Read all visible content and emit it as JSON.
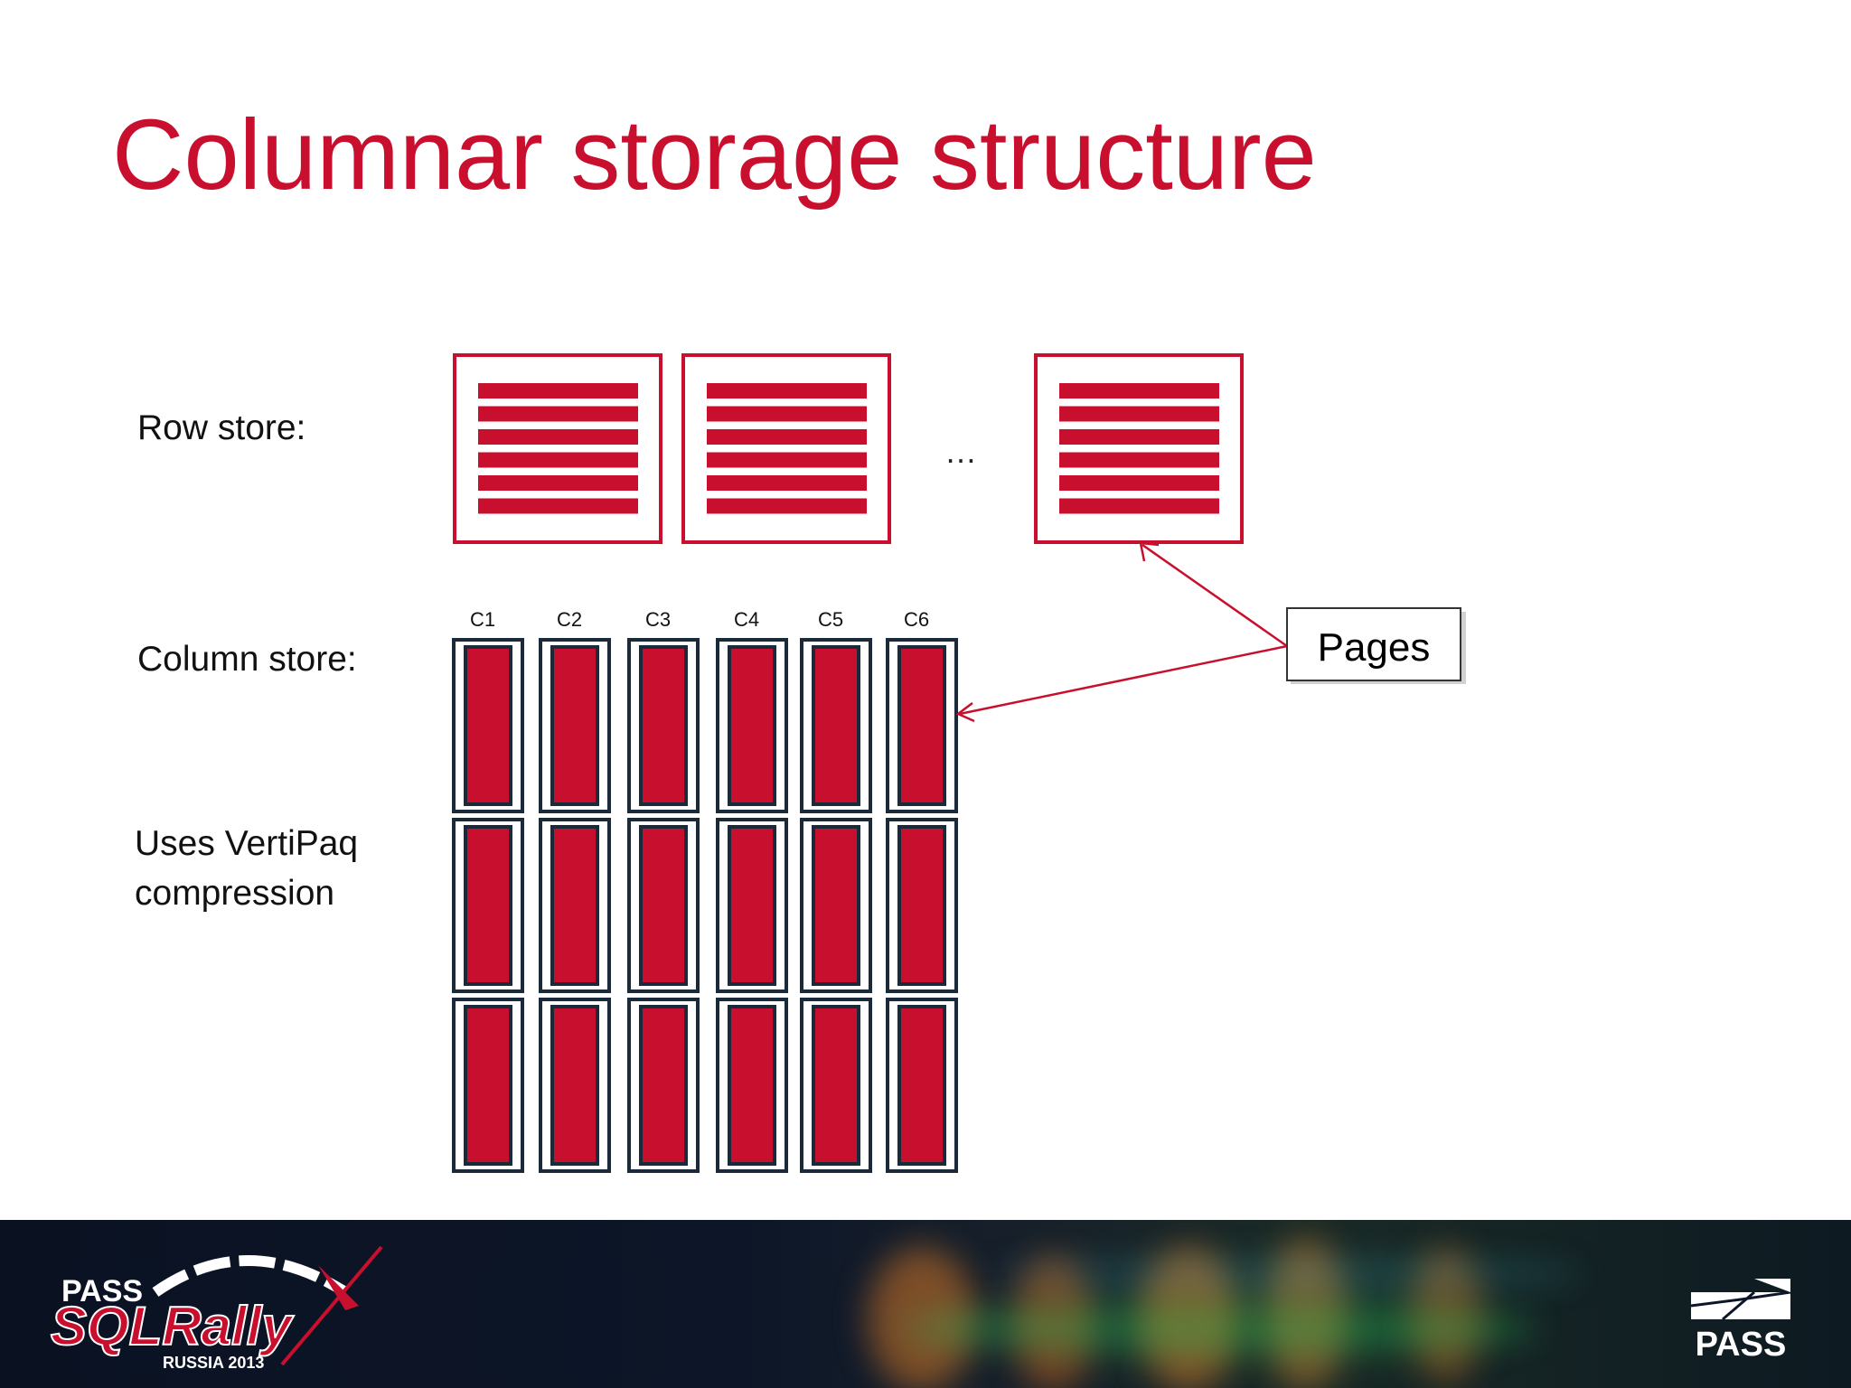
{
  "slide": {
    "title": "Columnar storage structure",
    "row_store_label": "Row store:",
    "column_store_label": "Column store:",
    "compression_label_line1": "Uses VertiPaq",
    "compression_label_line2": "compression",
    "ellipsis": "…",
    "pages_label": "Pages",
    "column_headers": [
      "C1",
      "C2",
      "C3",
      "C4",
      "C5",
      "C6"
    ]
  },
  "footer": {
    "left_logo": {
      "pass": "PASS",
      "brand": "SQLRally",
      "event": "RUSSIA 2013"
    },
    "right_logo": {
      "text": "PASS"
    }
  },
  "colors": {
    "accent_red": "#c8102e",
    "column_border": "#1b2a3a",
    "footer_bg": "#0d1628"
  }
}
